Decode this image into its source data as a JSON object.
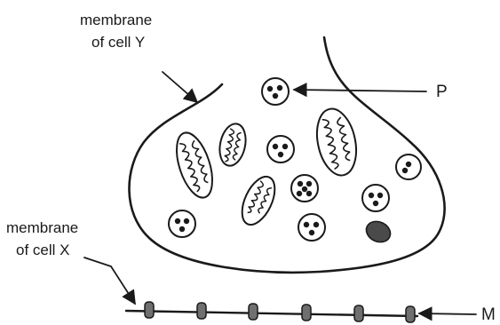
{
  "labels": {
    "membrane_y_line1": "membrane",
    "membrane_y_line2": "of cell Y",
    "membrane_x_line1": "membrane",
    "membrane_x_line2": "of cell X",
    "p": "P",
    "m": "M"
  }
}
